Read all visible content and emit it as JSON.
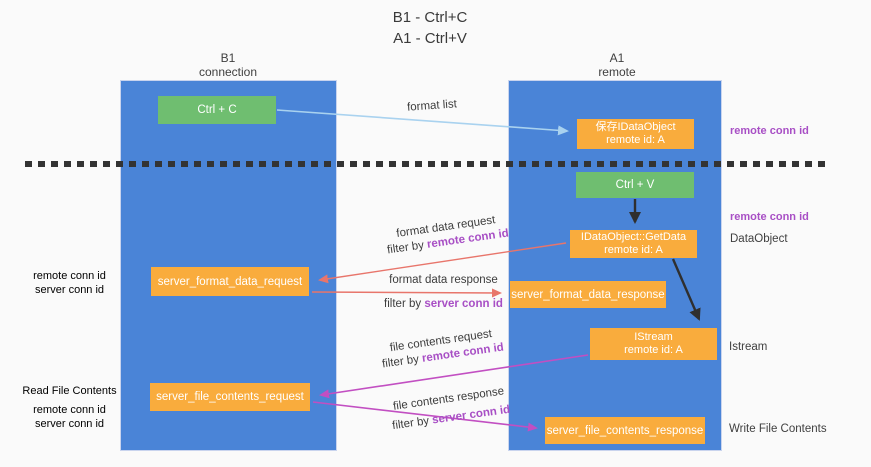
{
  "title": {
    "line1": "B1 - Ctrl+C",
    "line2": "A1 - Ctrl+V"
  },
  "lanes": {
    "left": {
      "name": "B1",
      "subtitle": "connection"
    },
    "right": {
      "name": "A1",
      "subtitle": "remote"
    }
  },
  "nodes": {
    "ctrl_c": {
      "label": "Ctrl + C"
    },
    "ctrl_v": {
      "label": "Ctrl + V"
    },
    "save_idataobject": {
      "line1": "保存IDataObject",
      "line2": "remote id: A"
    },
    "idataobject_getdata": {
      "line1": "IDataObject::GetData",
      "line2": "remote id: A"
    },
    "istream": {
      "line1": "IStream",
      "line2": "remote id: A"
    },
    "server_format_data_request": {
      "label": "server_format_data_request"
    },
    "server_format_data_response": {
      "label": "server_format_data_response"
    },
    "server_file_contents_request": {
      "label": "server_file_contents_request"
    },
    "server_file_contents_response": {
      "label": "server_file_contents_response"
    }
  },
  "flow_labels": {
    "format_list": {
      "text": "format list"
    },
    "format_data_request": {
      "text": "format data request",
      "filter_prefix": "filter by ",
      "filter_key": "remote conn id"
    },
    "format_data_response": {
      "text": "format data response",
      "filter_prefix": "filter by ",
      "filter_key": "server conn id"
    },
    "file_contents_request": {
      "text": "file contents request",
      "filter_prefix": "filter by ",
      "filter_key": "remote conn id"
    },
    "file_contents_response": {
      "text": "file contents response",
      "filter_prefix": "filter by ",
      "filter_key": "server conn id"
    }
  },
  "side_labels": {
    "right_remote_conn_id_top": "remote conn id",
    "right_remote_conn_id_mid": "remote conn id",
    "right_dataobject": "DataObject",
    "right_istream": "Istream",
    "right_write_file_contents": "Write File Contents",
    "left_remote_conn_id_top": "remote conn id",
    "left_server_conn_id_top": "server conn id",
    "left_read_file_contents": "Read File Contents",
    "left_remote_conn_id_bottom": "remote conn id",
    "left_server_conn_id_bottom": "server conn id"
  },
  "colors": {
    "lane_fill": "#4a84d7",
    "action_box": "#6fbe70",
    "message_box": "#f9ac3d",
    "remote_conn_id_text": "#a84fc5",
    "server_conn_id_text": "#67b967",
    "format_arrow": "#e8756b",
    "file_arrow": "#c24fc2",
    "format_list_arrow": "#a9d2ef",
    "black_arrow": "#2f2f2f",
    "separator": "#333333",
    "background": "#fafafa"
  }
}
